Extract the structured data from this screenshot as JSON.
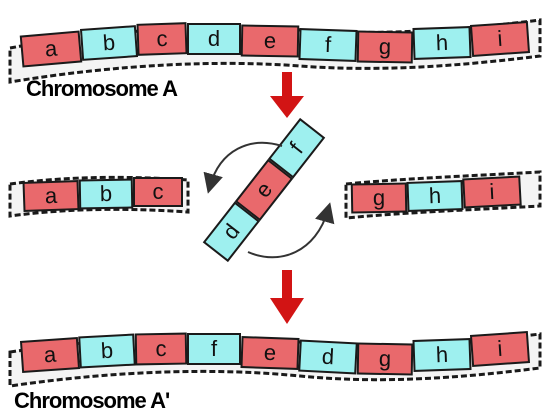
{
  "colors": {
    "red": "#e9696c",
    "cyan": "#9ef0ef",
    "outline": "#1a1a1a",
    "arrow": "#d21414",
    "rotation_arrow": "#333333"
  },
  "labels": {
    "chromosome_a": "Chromosome A",
    "chromosome_a_prime": "Chromosome A'"
  },
  "chromosome_a": {
    "segments": [
      {
        "letter": "a",
        "color": "red"
      },
      {
        "letter": "b",
        "color": "cyan"
      },
      {
        "letter": "c",
        "color": "red"
      },
      {
        "letter": "d",
        "color": "cyan"
      },
      {
        "letter": "e",
        "color": "red"
      },
      {
        "letter": "f",
        "color": "cyan"
      },
      {
        "letter": "g",
        "color": "red"
      },
      {
        "letter": "h",
        "color": "cyan"
      },
      {
        "letter": "i",
        "color": "red"
      }
    ]
  },
  "broken_state": {
    "left_fragment": [
      {
        "letter": "a",
        "color": "red"
      },
      {
        "letter": "b",
        "color": "cyan"
      },
      {
        "letter": "c",
        "color": "red"
      }
    ],
    "inverted_fragment": [
      {
        "letter": "d",
        "color": "cyan"
      },
      {
        "letter": "e",
        "color": "red"
      },
      {
        "letter": "f",
        "color": "cyan"
      }
    ],
    "right_fragment": [
      {
        "letter": "g",
        "color": "red"
      },
      {
        "letter": "h",
        "color": "cyan"
      },
      {
        "letter": "i",
        "color": "red"
      }
    ]
  },
  "chromosome_a_prime": {
    "segments": [
      {
        "letter": "a",
        "color": "red"
      },
      {
        "letter": "b",
        "color": "cyan"
      },
      {
        "letter": "c",
        "color": "red"
      },
      {
        "letter": "f",
        "color": "cyan"
      },
      {
        "letter": "e",
        "color": "red"
      },
      {
        "letter": "d",
        "color": "cyan"
      },
      {
        "letter": "g",
        "color": "red"
      },
      {
        "letter": "h",
        "color": "cyan"
      },
      {
        "letter": "i",
        "color": "red"
      }
    ]
  }
}
